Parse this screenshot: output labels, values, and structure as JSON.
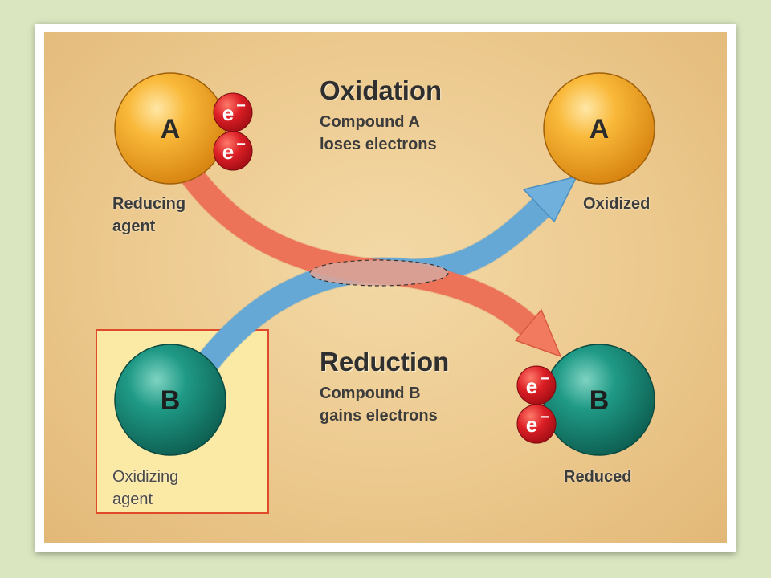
{
  "oxidation": {
    "title": "Oxidation",
    "line1": "Compound A",
    "line2": "loses electrons"
  },
  "reduction": {
    "title": "Reduction",
    "line1": "Compound B",
    "line2": "gains electrons"
  },
  "compound_a": {
    "letter": "A",
    "before_label_line1": "Reducing",
    "before_label_line2": "agent",
    "after_label": "Oxidized"
  },
  "compound_b": {
    "letter": "B",
    "before_label_line1": "Oxidizing",
    "before_label_line2": "agent",
    "after_label": "Reduced"
  },
  "electron": {
    "symbol": "e",
    "charge": "−"
  },
  "colors": {
    "compound_a": "#f5a623",
    "compound_b": "#1e8a78",
    "electron": "#d71920",
    "oxidation_arrow": "#f27a5e",
    "reduction_arrow": "#6fb0dd",
    "highlight_border": "#e04a2a",
    "highlight_fill": "#fbe9a6"
  }
}
